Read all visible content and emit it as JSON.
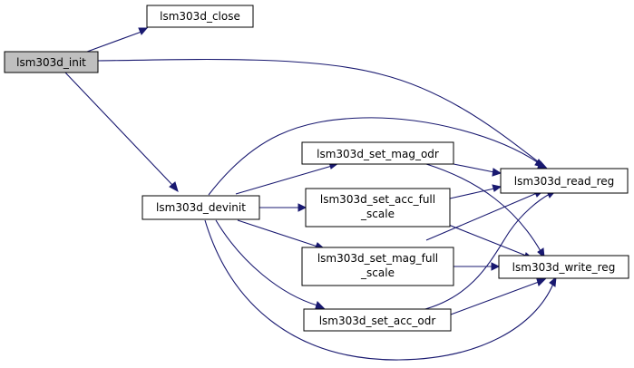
{
  "nodes": {
    "init": {
      "label": "lsm303d_init"
    },
    "close": {
      "label": "lsm303d_close"
    },
    "devinit": {
      "label": "lsm303d_devinit"
    },
    "set_mag_odr": {
      "label": "lsm303d_set_mag_odr"
    },
    "set_acc_full_scale": {
      "line1": "lsm303d_set_acc_full",
      "line2": "_scale"
    },
    "set_mag_full_scale": {
      "line1": "lsm303d_set_mag_full",
      "line2": "_scale"
    },
    "set_acc_odr": {
      "label": "lsm303d_set_acc_odr"
    },
    "read_reg": {
      "label": "lsm303d_read_reg"
    },
    "write_reg": {
      "label": "lsm303d_write_reg"
    }
  },
  "colors": {
    "edge": "#191970",
    "root_fill": "#bfbfbf",
    "node_fill": "#ffffff",
    "node_border": "#000000"
  }
}
